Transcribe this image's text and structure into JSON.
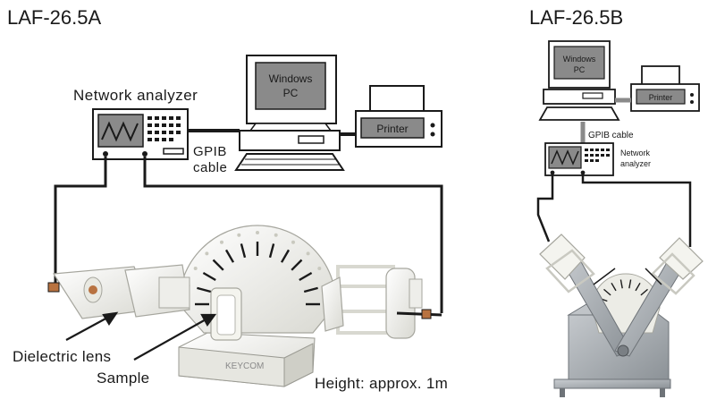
{
  "left": {
    "title": "LAF-26.5A",
    "network_analyzer_label": "Network analyzer",
    "pc_screen_text_1": "Windows",
    "pc_screen_text_2": "PC",
    "printer_text": "Printer",
    "gpib_label_1": "GPIB",
    "gpib_label_2": "cable",
    "dielectric_lens_label": "Dielectric lens",
    "sample_label": "Sample",
    "height_label": "Height: approx. 1m",
    "base_brand": "KEYCOM"
  },
  "right": {
    "title": "LAF-26.5B",
    "pc_screen_text_1": "Windows",
    "pc_screen_text_2": "PC",
    "printer_text": "Printer",
    "gpib_label": "GPIB cable",
    "network_analyzer_label_1": "Network",
    "network_analyzer_label_2": "analyzer"
  },
  "colors": {
    "screen_fill": "#8a8a8a",
    "outline": "#1a1a1a",
    "apparatus_white": "#f3f3ef",
    "metal": "#a9aeb3"
  }
}
